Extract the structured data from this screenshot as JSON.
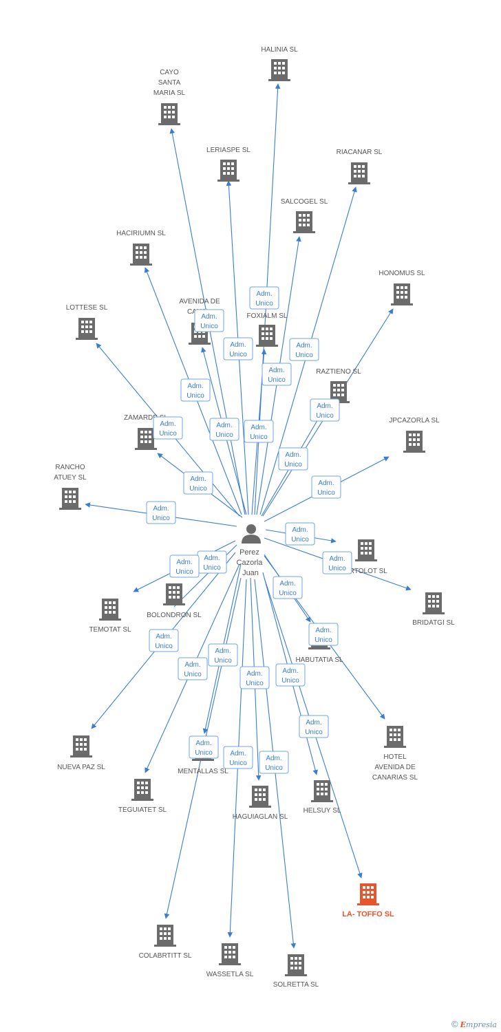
{
  "person": {
    "name_lines": [
      "Perez",
      "Cazorla",
      "Juan"
    ]
  },
  "edge_label_lines": [
    "Adm.",
    "Unico"
  ],
  "colors": {
    "edge": "#3a7dd0",
    "node": "#6b6b6b",
    "highlight": "#e8542b",
    "label_box_border": "#6fa4e0"
  },
  "companies": [
    {
      "id": "halinia",
      "label_lines": [
        "HALINIA SL"
      ],
      "highlight": false,
      "icon": "building-icon"
    },
    {
      "id": "cayo",
      "label_lines": [
        "CAYO",
        "SANTA",
        "MARIA SL"
      ],
      "highlight": false,
      "icon": "building-icon"
    },
    {
      "id": "leriaspe",
      "label_lines": [
        "LERIASPE SL"
      ],
      "highlight": false,
      "icon": "building-icon"
    },
    {
      "id": "riacanar",
      "label_lines": [
        "RIACANAR SL"
      ],
      "highlight": false,
      "icon": "building-icon"
    },
    {
      "id": "salcogel",
      "label_lines": [
        "SALCOGEL SL"
      ],
      "highlight": false,
      "icon": "building-icon"
    },
    {
      "id": "haciriumn",
      "label_lines": [
        "HACIRIUMN SL"
      ],
      "highlight": false,
      "icon": "building-icon"
    },
    {
      "id": "honomus",
      "label_lines": [
        "HONOMUS SL"
      ],
      "highlight": false,
      "icon": "building-icon"
    },
    {
      "id": "lottese",
      "label_lines": [
        "LOTTESE SL"
      ],
      "highlight": false,
      "icon": "building-icon"
    },
    {
      "id": "avenida",
      "label_lines": [
        "AVENIDA DE",
        "CANA..."
      ],
      "highlight": false,
      "icon": "building-icon"
    },
    {
      "id": "foxialm",
      "label_lines": [
        "FOXIALM SL"
      ],
      "highlight": false,
      "icon": "building-icon"
    },
    {
      "id": "raztieno",
      "label_lines": [
        "RAZTIENO SL"
      ],
      "highlight": false,
      "icon": "building-icon"
    },
    {
      "id": "zamarde",
      "label_lines": [
        "ZAMARDE SL"
      ],
      "highlight": false,
      "icon": "building-icon"
    },
    {
      "id": "jpcazorla",
      "label_lines": [
        "JPCAZORLA SL"
      ],
      "highlight": false,
      "icon": "building-icon"
    },
    {
      "id": "rancho",
      "label_lines": [
        "RANCHO",
        "ATUEY SL"
      ],
      "highlight": false,
      "icon": "building-icon"
    },
    {
      "id": "artolot",
      "label_lines": [
        "ARTOLOT SL"
      ],
      "highlight": false,
      "icon": "building-icon"
    },
    {
      "id": "bridatgi",
      "label_lines": [
        "BRIDATGI SL"
      ],
      "highlight": false,
      "icon": "building-icon"
    },
    {
      "id": "bolondron",
      "label_lines": [
        "BOLONDRON SL"
      ],
      "highlight": false,
      "icon": "building-icon"
    },
    {
      "id": "temotat",
      "label_lines": [
        "TEMOTAT SL"
      ],
      "highlight": false,
      "icon": "building-icon"
    },
    {
      "id": "habutatia",
      "label_lines": [
        "HABUTATIA SL"
      ],
      "highlight": false,
      "icon": "building-icon"
    },
    {
      "id": "hotel",
      "label_lines": [
        "HOTEL",
        "AVENIDA DE",
        "CANARIAS SL"
      ],
      "highlight": false,
      "icon": "building-icon"
    },
    {
      "id": "nuevapaz",
      "label_lines": [
        "NUEVA PAZ SL"
      ],
      "highlight": false,
      "icon": "building-icon"
    },
    {
      "id": "mentallas",
      "label_lines": [
        "MENTALLAS SL"
      ],
      "highlight": false,
      "icon": "building-icon"
    },
    {
      "id": "teguiatet",
      "label_lines": [
        "TEGUIATET SL"
      ],
      "highlight": false,
      "icon": "building-icon"
    },
    {
      "id": "haguiaglan",
      "label_lines": [
        "HAGUIAGLAN SL"
      ],
      "highlight": false,
      "icon": "building-icon"
    },
    {
      "id": "helsuy",
      "label_lines": [
        "HELSUY SL"
      ],
      "highlight": false,
      "icon": "building-icon"
    },
    {
      "id": "latoffo",
      "label_lines": [
        "LA- TOFFO SL"
      ],
      "highlight": true,
      "icon": "building-icon"
    },
    {
      "id": "colabrtitt",
      "label_lines": [
        "COLABRTITT SL"
      ],
      "highlight": false,
      "icon": "building-icon"
    },
    {
      "id": "wassetla",
      "label_lines": [
        "WASSETLA SL"
      ],
      "highlight": false,
      "icon": "building-icon"
    },
    {
      "id": "solretta",
      "label_lines": [
        "SOLRETTA SL"
      ],
      "highlight": false,
      "icon": "building-icon"
    }
  ],
  "credit": {
    "symbol": "©",
    "brand_initial": "E",
    "brand_rest": "mpresia"
  }
}
